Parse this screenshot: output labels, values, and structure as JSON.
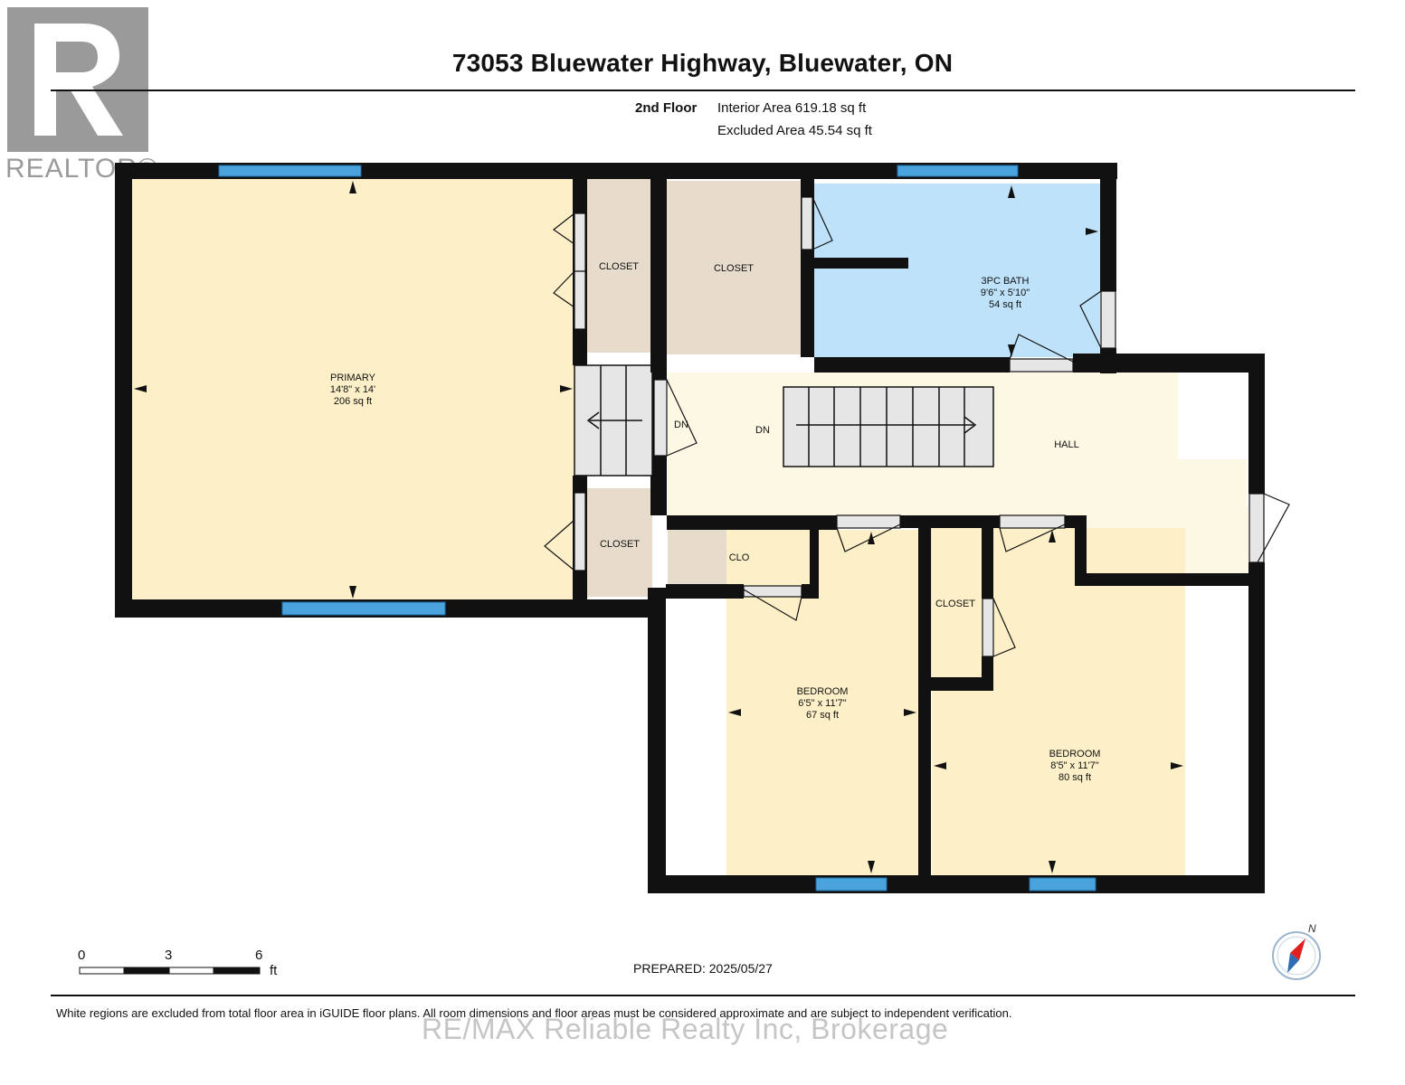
{
  "header": {
    "address": "73053 Bluewater Highway, Bluewater, ON",
    "floor": "2nd Floor",
    "interior_area": "Interior Area 619.18 sq ft",
    "excluded_area": "Excluded Area 45.54 sq ft"
  },
  "logo": {
    "text": "REALTOR®"
  },
  "rooms": {
    "primary": {
      "name": "PRIMARY",
      "dims": "14'8\" x 14'",
      "area": "206 sq ft"
    },
    "bath": {
      "name": "3PC BATH",
      "dims": "9'6\" x 5'10\"",
      "area": "54 sq ft"
    },
    "bed1": {
      "name": "BEDROOM",
      "dims": "6'5\" x 11'7\"",
      "area": "67 sq ft"
    },
    "bed2": {
      "name": "BEDROOM",
      "dims": "8'5\" x 11'7\"",
      "area": "80 sq ft"
    },
    "hall": {
      "name": "HALL"
    },
    "closet_label": "CLOSET",
    "clo_label": "CLO",
    "dn_label": "DN"
  },
  "scale": {
    "zero": "0",
    "three": "3",
    "six": "6",
    "unit": "ft"
  },
  "compass": {
    "north": "N"
  },
  "footer": {
    "prepared": "PREPARED: 2025/05/27",
    "disclaimer": "White regions are excluded from total floor area in iGUIDE floor plans. All room dimensions and floor areas must be considered approximate and are subject to independent verification.",
    "watermark": "RE/MAX Reliable Realty Inc, Brokerage"
  },
  "colors": {
    "wall": "#111111",
    "primary_fill": "#fdf0c8",
    "hall_fill": "#fdf8e4",
    "closet_fill": "#e7dccc",
    "bath_fill": "#bfe2fb",
    "window": "#4aa3dc",
    "stairs": "#e6e6e6"
  }
}
